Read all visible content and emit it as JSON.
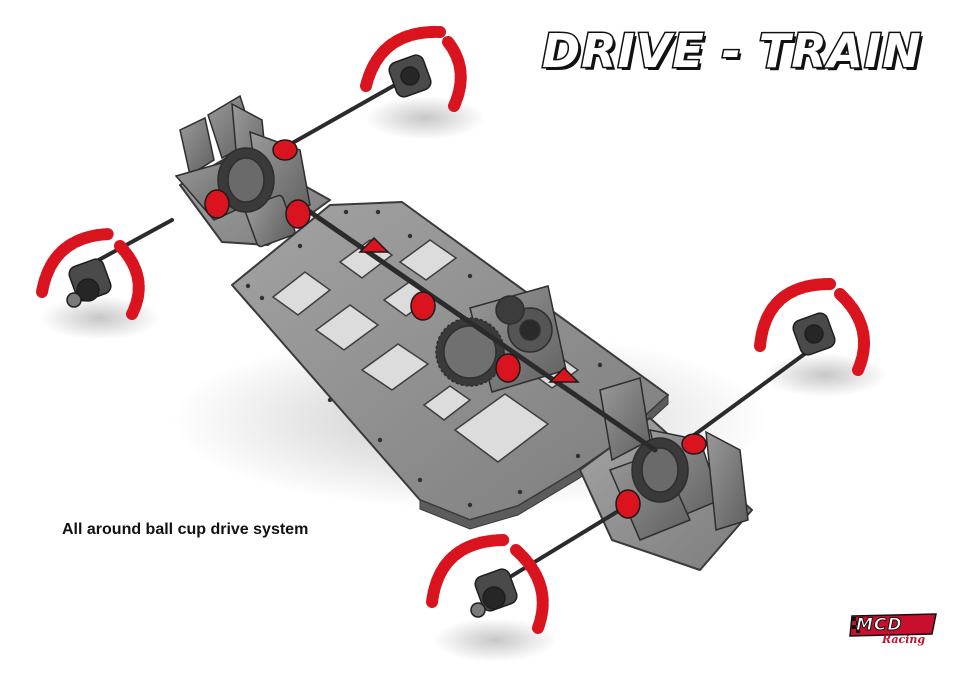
{
  "header": {
    "title": "DRIVE - TRAIN"
  },
  "caption": {
    "text": "All around ball cup drive system"
  },
  "logo": {
    "main": "MCD",
    "sub": "Racing",
    "icon": "checkered-flag-icon"
  },
  "colors": {
    "accent_red": "#d9141e",
    "chassis_grey": "#8e8e8e",
    "shaft_dark": "#2b2b2b",
    "text_black": "#111111"
  }
}
